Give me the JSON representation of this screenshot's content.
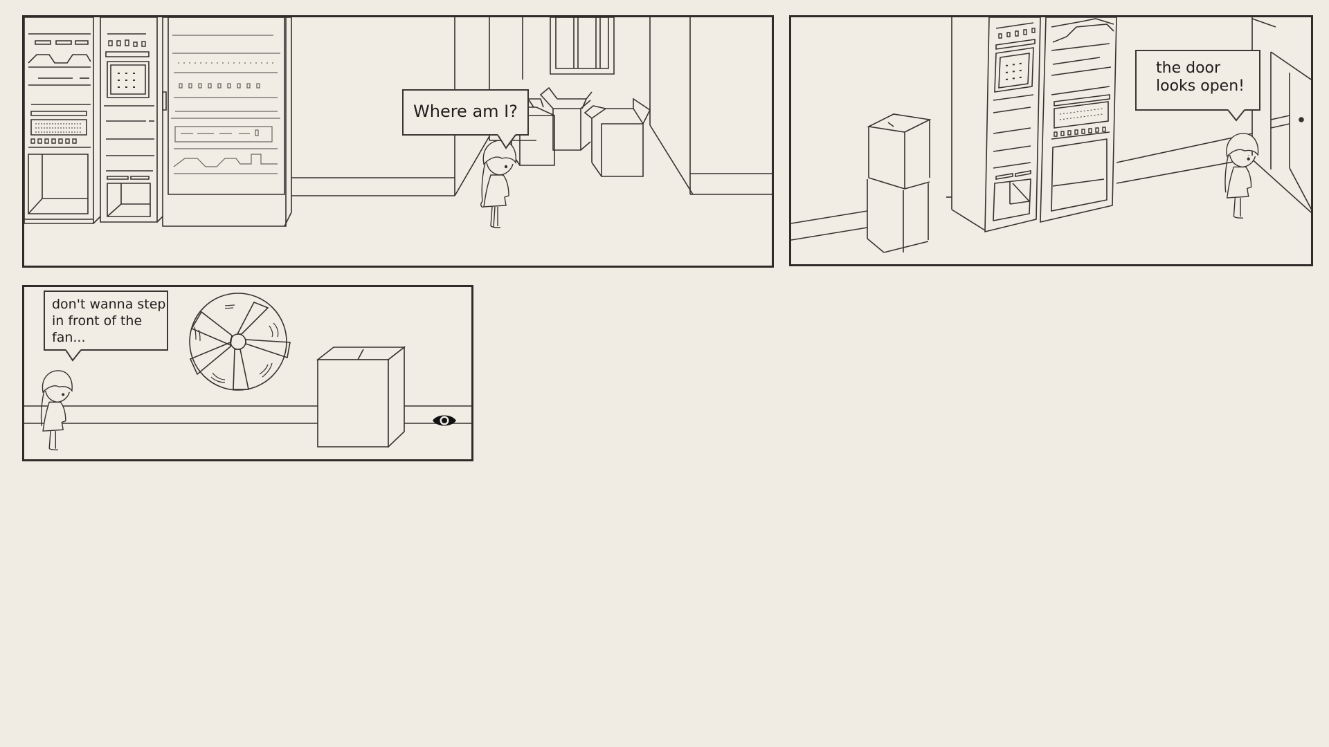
{
  "colors": {
    "background": "#f1ece3",
    "panel_fill": "#f1ece4",
    "ink": "#2e2b28",
    "bubble_fill": "#f1ede5"
  },
  "panels": [
    {
      "id": "panel-1",
      "scene": "server room with rack cabinets, doorway with cardboard boxes",
      "speech": {
        "text": "Where am I?"
      },
      "characters": [
        "girl"
      ]
    },
    {
      "id": "panel-2",
      "scene": "stacked boxes, rack cabinets, open door on the right",
      "speech": {
        "lines": [
          "the door",
          "looks open!"
        ]
      },
      "characters": [
        "girl"
      ]
    },
    {
      "id": "panel-3",
      "scene": "wall fan, cardboard box, corridor",
      "speech": {
        "lines": [
          "don't wanna step",
          "in front of the",
          "fan..."
        ]
      },
      "characters": [
        "girl"
      ],
      "interaction_icon": "eye-icon"
    }
  ]
}
